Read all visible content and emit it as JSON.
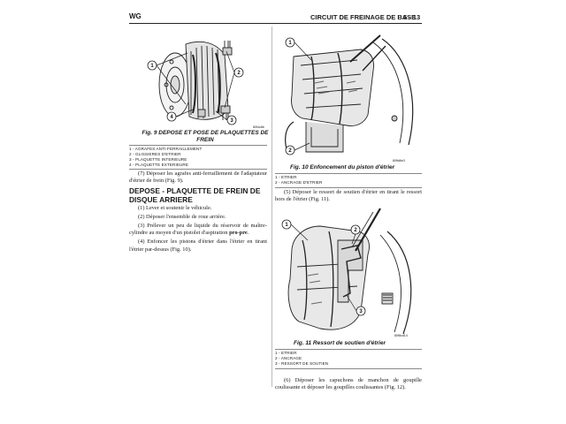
{
  "header": {
    "section_code": "WG",
    "section_title": "CIRCUIT DE FREINAGE DE BASE",
    "page_number": "5 - 13"
  },
  "fig9": {
    "caption": "Fig. 9 DEPOSE ET POSE DE PLAQUETTES DE FREIN",
    "code": "80f4c8b",
    "callouts": [
      "1",
      "2",
      "3",
      "4"
    ],
    "legend": [
      "1 - AGRAFES ANTI-FERRAILLEMENT",
      "2 - GLISSIERES D'ETRIER",
      "3 - PLAQUETTE INTERIEURE",
      "4 - PLAQUETTE EXTERIEURE"
    ]
  },
  "left_text": {
    "step7": "(7) Déposer les agrafes anti-ferraillement de l'adaptateur d'étrier de frein (Fig. 9).",
    "section_title": "DEPOSE - PLAQUETTE DE FREIN DE DISQUE ARRIERE",
    "step1": "(1) Lever et soutenir le véhicule.",
    "step2": "(2) Déposer l'ensemble de roue arrière.",
    "step3_a": "(3) Prélever un peu de liquide du réservoir de maître-cylindre au moyen d'un pistolet d'aspiration ",
    "step3_b": "pro-pre",
    "step3_c": ".",
    "step4": "(4) Enfoncer les pistons d'étrier dans l'étrier en tirant l'étrier par-dessus (Fig. 10)."
  },
  "fig10": {
    "caption": "Fig. 10 Enfoncement du piston d'étrier",
    "code": "80ffd6e3",
    "callouts": [
      "1",
      "2"
    ],
    "legend": [
      "1 - ETRIER",
      "2 - ANCRAGE D'ETRIER"
    ]
  },
  "right_text": {
    "step5": "(5) Déposer le ressort de soutien d'étrier en tirant le ressort hors de l'étrier (Fig. 11)."
  },
  "fig11": {
    "caption": "Fig. 11 Ressort de soutien d'étrier",
    "code": "80f8cd14",
    "callouts": [
      "1",
      "2",
      "3"
    ],
    "legend": [
      "1 - ETRIER",
      "2 - ANCRAGE",
      "3 - RESSORT DE SOUTIEN"
    ]
  },
  "right_text2": {
    "step6": "(6) Déposer les capuchons de manchon de goupille coulissante et déposer les goupilles coulissantes (Fig. 12)."
  }
}
